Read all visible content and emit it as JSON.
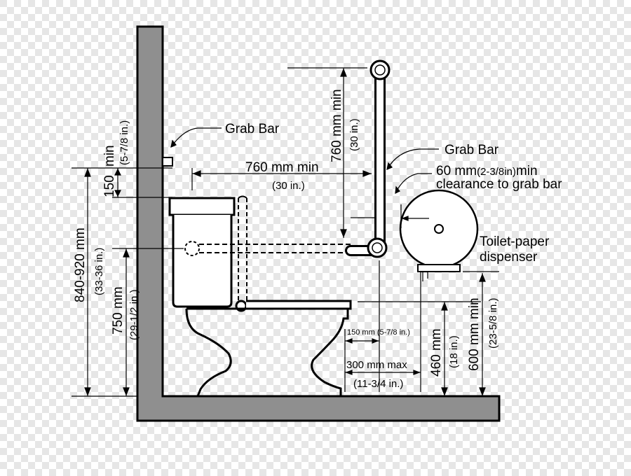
{
  "background": {
    "checker_light": "#ffffff",
    "checker_dark": "#e6e6e6"
  },
  "colors": {
    "wall_fill": "#8f8f8f",
    "line": "#000000",
    "paper": "#ffffff"
  },
  "labels": {
    "grab_bar_left": "Grab Bar",
    "grab_bar_right": "Grab Bar",
    "clearance_line1": "60 mm",
    "clearance_line1_small": "(2-3/8in)",
    "clearance_line1_end": "min",
    "clearance_line2": "clearance to grab bar",
    "dispenser_line1": "Toilet-paper",
    "dispenser_line2": "dispenser"
  },
  "dimensions": {
    "horiz_760_mm": "760 mm min",
    "horiz_760_in": "(30 in.)",
    "vert_760_mm": "760 mm min",
    "vert_760_in": "(30 in.)",
    "min_150_mm": "150",
    "min_150_word": "min",
    "min_150_in": "(5-7/8 in.)",
    "range_840_mm": "840-920 mm",
    "range_840_in": "(33-36 in.)",
    "h_750_mm": "750 mm",
    "h_750_in": "(29-1/2 in.)",
    "seat_150_mm": "150 mm",
    "seat_150_in": "(5-7/8 in.)",
    "max_300_mm": "300 mm max",
    "max_300_in": "(11-3/4 in.)",
    "h_460_mm": "460 mm",
    "h_460_in": "(18 in.)",
    "h_600_mm": "600 mm min",
    "h_600_in": "(23-5/8 in.)"
  }
}
